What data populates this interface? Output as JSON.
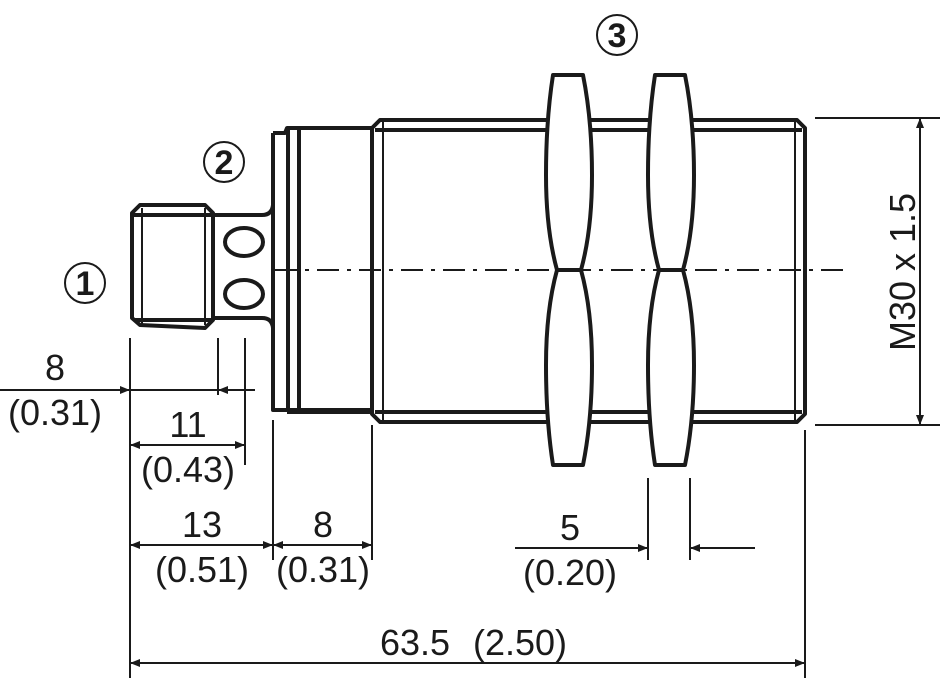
{
  "callouts": {
    "c1": "1",
    "c2": "2",
    "c3": "3"
  },
  "dimensions": {
    "connector_thread": {
      "value": "8",
      "inch": "(0.31)"
    },
    "connector_length": {
      "value": "11",
      "inch": "(0.43)"
    },
    "head_length": {
      "value": "13",
      "inch": "(0.51)"
    },
    "collar_length": {
      "value": "8",
      "inch": "(0.31)"
    },
    "nut_width": {
      "value": "5",
      "inch": "(0.20)"
    },
    "total_length": {
      "value": "63.5",
      "inch": "(2.50)"
    },
    "thread": {
      "label": "M30 x 1.5"
    }
  }
}
